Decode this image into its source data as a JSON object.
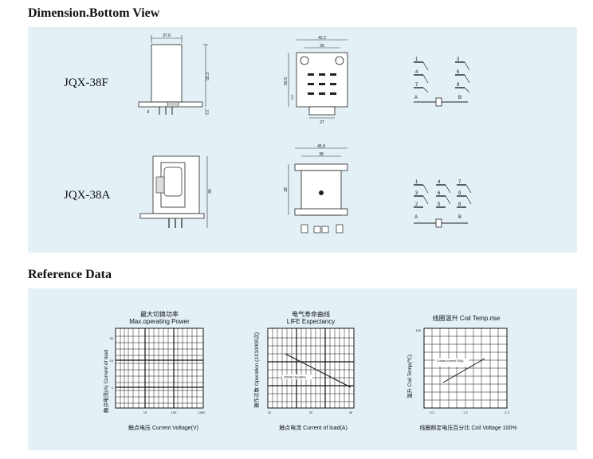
{
  "dimension_section": {
    "title": "Dimension.Bottom View",
    "models": [
      {
        "name": "JQX-38F",
        "side_dims": {
          "width": "37.6",
          "height": "55.3",
          "pin": "6.3"
        },
        "bottom_dims": {
          "outer": "42.2",
          "inner": "30",
          "height": "50.5",
          "small": "0.8",
          "base": "27"
        },
        "pin_labels": [
          "1",
          "4",
          "7",
          "3",
          "6",
          "9"
        ],
        "coil_labels": [
          "A",
          "B"
        ]
      },
      {
        "name": "JQX-38A",
        "side_dims": {
          "height": "65"
        },
        "bottom_dims": {
          "outer": "45.8",
          "inner": "38",
          "height": "38"
        },
        "pin_labels": [
          "1",
          "3",
          "2",
          "4",
          "6",
          "5",
          "7",
          "9",
          "8"
        ],
        "coil_labels": [
          "A",
          "B"
        ]
      }
    ]
  },
  "reference_section": {
    "title": "Reference Data",
    "charts": [
      {
        "title_cn": "最大切换功率",
        "title_en": "Max.operating Power",
        "xlabel_cn": "触点电压",
        "xlabel_en": "Current Voltage(V)",
        "ylabel_cn": "触点电流(A)",
        "ylabel_en": "Current of load",
        "x_ticks": [
          "10",
          "100",
          "1000"
        ],
        "y_ticks": [
          "30",
          "10",
          "1"
        ]
      },
      {
        "title_cn": "电气寿命曲线",
        "title_en": "LIFE Expectancy",
        "xlabel_cn": "触点电流",
        "xlabel_en": "Current of load(A)",
        "ylabel_cn": "操作次数",
        "ylabel_en": "Operation (1X10000次)",
        "x_ticks": [
          "10",
          "20",
          "40"
        ],
        "annotation": "250VAC Resistive"
      },
      {
        "title_cn": "线圈温升",
        "title_en": "Coil Temp.rise",
        "xlabel_cn": "线圈额定电压百分比",
        "xlabel_en": "Coil Voltage 100%",
        "ylabel_cn": "温升",
        "ylabel_en": "Coil Temp(℃)",
        "x_ticks": [
          "0.2",
          "1.2",
          "2.2"
        ],
        "y_ticks": [
          "100"
        ],
        "annotation": "Contact current 30(A)"
      }
    ]
  }
}
